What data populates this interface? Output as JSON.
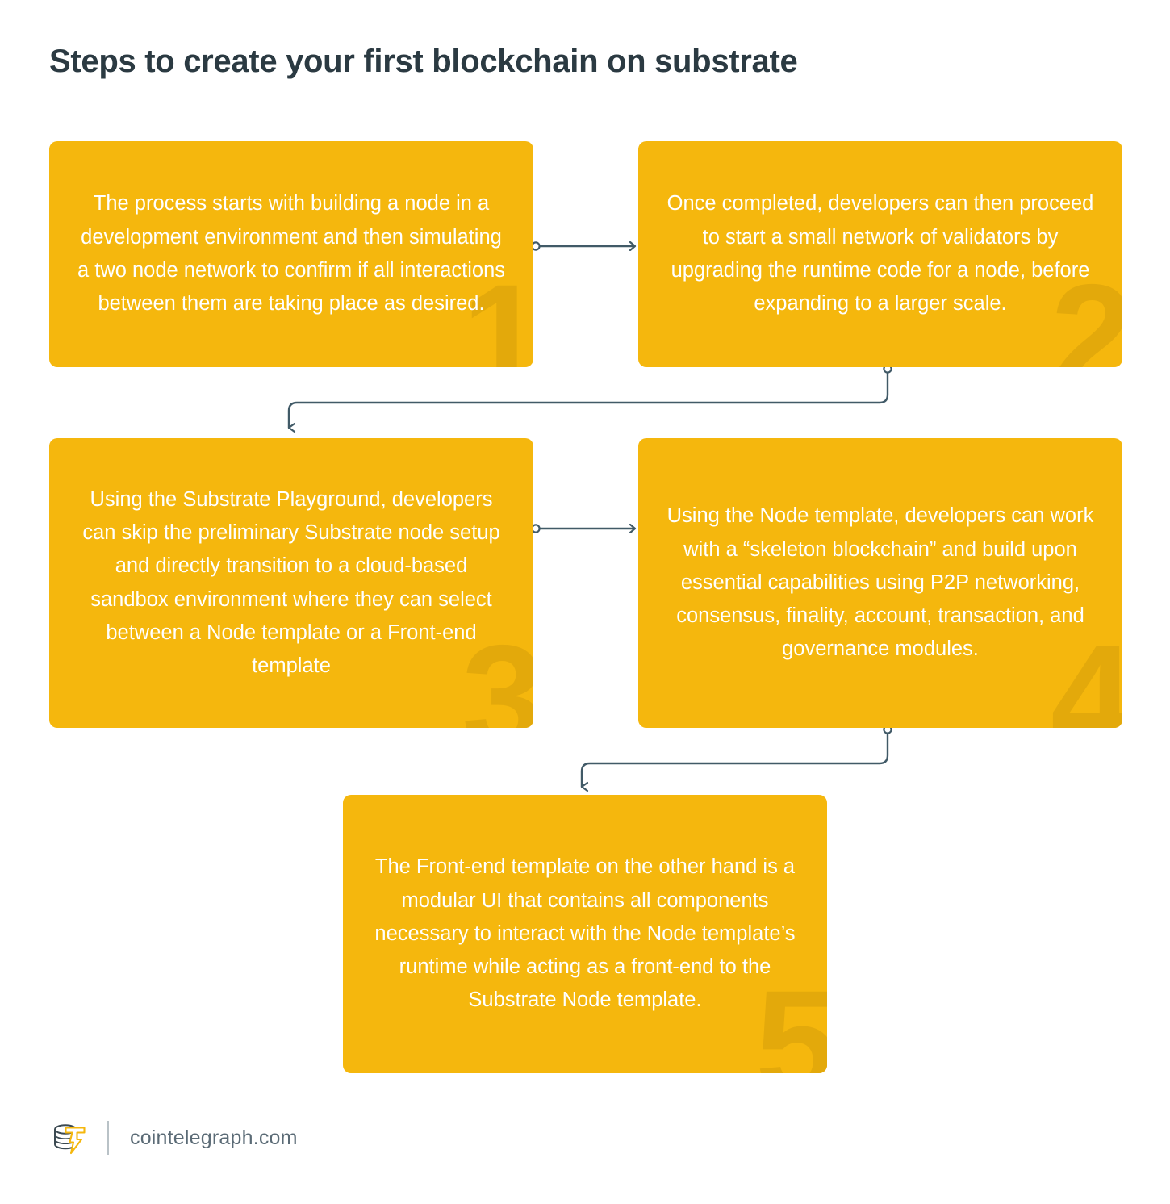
{
  "title": "Steps to create your first blockchain on substrate",
  "colors": {
    "box_fill": "#F5B70D",
    "box_number_watermark": "#E3A90B",
    "text_on_box": "#FFFFFF",
    "title_text": "#2B3A42",
    "connector_line": "#415A67",
    "footer_text": "#5B6B76",
    "page_background": "#FFFFFF",
    "logo_bolt": "#F5B70D",
    "logo_coin": "#3C4A52"
  },
  "steps": [
    {
      "number": "1",
      "text": "The process starts with building a node in a development environment and then simulating a two node network to confirm if all interactions between them are taking place as desired."
    },
    {
      "number": "2",
      "text": "Once completed, developers can then proceed to start a small network of validators by upgrading the runtime code for a node, before expanding to a larger scale."
    },
    {
      "number": "3",
      "text": "Using the Substrate Playground, developers can skip the preliminary Substrate node setup and directly transition to a cloud-based sandbox environment where they can select between a Node template or a Front-end template"
    },
    {
      "number": "4",
      "text": "Using the Node template, developers can work with a “skeleton blockchain” and build upon essential capabilities using P2P networking, consensus, finality, account, transaction, and governance modules."
    },
    {
      "number": "5",
      "text": "The Front-end template on the other hand is a modular UI that contains all components necessary to interact with the Node template’s runtime while acting as a front-end to the Substrate Node template."
    }
  ],
  "connectors": [
    {
      "name": "step1-to-step2",
      "kind": "straight-right"
    },
    {
      "name": "step2-to-step3",
      "kind": "elbow-down-left-down"
    },
    {
      "name": "step3-to-step4",
      "kind": "straight-right"
    },
    {
      "name": "step4-to-step5",
      "kind": "elbow-down-left-down"
    }
  ],
  "footer": {
    "site": "cointelegraph.com"
  }
}
